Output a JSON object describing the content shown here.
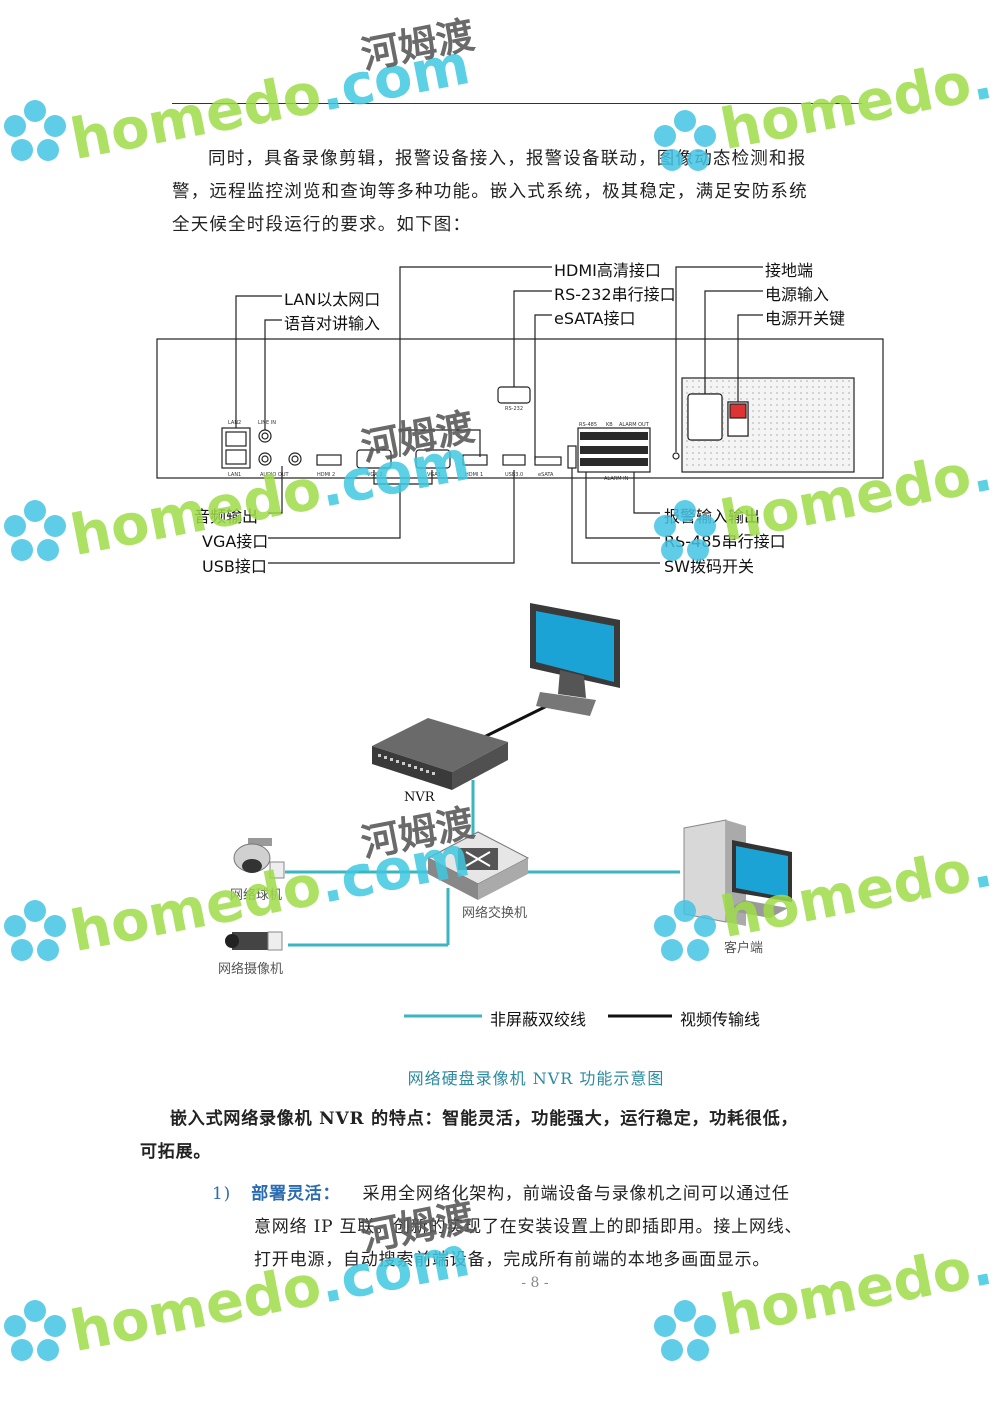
{
  "watermark": {
    "brand": "homedo",
    "domain": ".com",
    "cn": "河姆渡"
  },
  "intro": {
    "lines": [
      "同时，具备录像剪辑，报警设备接入，报警设备联动，图像动态检测和报",
      "警，远程监控浏览和查询等多种功能。嵌入式系统，极其稳定，满足安防系统",
      "全天候全时段运行的要求。如下图："
    ]
  },
  "rear_panel": {
    "top_labels": {
      "lan": "LAN以太网口",
      "audio_in": "语音对讲输入",
      "hdmi": "HDMI高清接口",
      "rs232": "RS-232串行接口",
      "esata": "eSATA接口",
      "ground": "接地端",
      "power_in": "电源输入",
      "power_switch": "电源开关键"
    },
    "bottom_labels": {
      "audio_out": "音频输出",
      "vga": "VGA接口",
      "usb": "USB接口",
      "alarm": "报警输入输出",
      "rs485": "RS-485串行接口",
      "sw": "SW拨码开关"
    },
    "tiny_labels": {
      "lan2": "LAN2",
      "lan1": "LAN1",
      "line_in": "LINE IN",
      "audio_out": "AUDIO OUT",
      "hdmi2": "HDMI 2",
      "vga2": "VGA 2",
      "vga1": "VGA1",
      "hdmi1": "HDMI 1",
      "usb": "USB3.0",
      "esata": "eSATA",
      "rs232": "RS-232",
      "rs485": "RS-485",
      "kb": "KB",
      "alarm_out": "ALARM OUT",
      "alarm_in": "ALARM IN"
    }
  },
  "network": {
    "nvr": "NVR",
    "dome": "网络球机",
    "camera": "网络摄像机",
    "switch": "网络交换机",
    "client": "客户端",
    "legend": {
      "twisted": "非屏蔽双绞线",
      "video": "视频传输线"
    },
    "colors": {
      "twisted": "#3bb5c2",
      "video": "#111111"
    }
  },
  "caption": "网络硬盘录像机 NVR 功能示意图",
  "features": {
    "line1": "嵌入式网络录像机 NVR 的特点：智能灵活，功能强大，运行稳定，功耗很低，",
    "line2": "可拓展。"
  },
  "item1": {
    "num": "1)",
    "title": "部署灵活：",
    "first": "采用全网络化架构，前端设备与录像机之间可以通过任",
    "line2": "意网络 IP 互联。创新的实现了在安装设置上的即插即用。接上网线、",
    "line3": "打开电源，自动搜索前端设备，完成所有前端的本地多画面显示。"
  },
  "page_number": "- 8 -"
}
